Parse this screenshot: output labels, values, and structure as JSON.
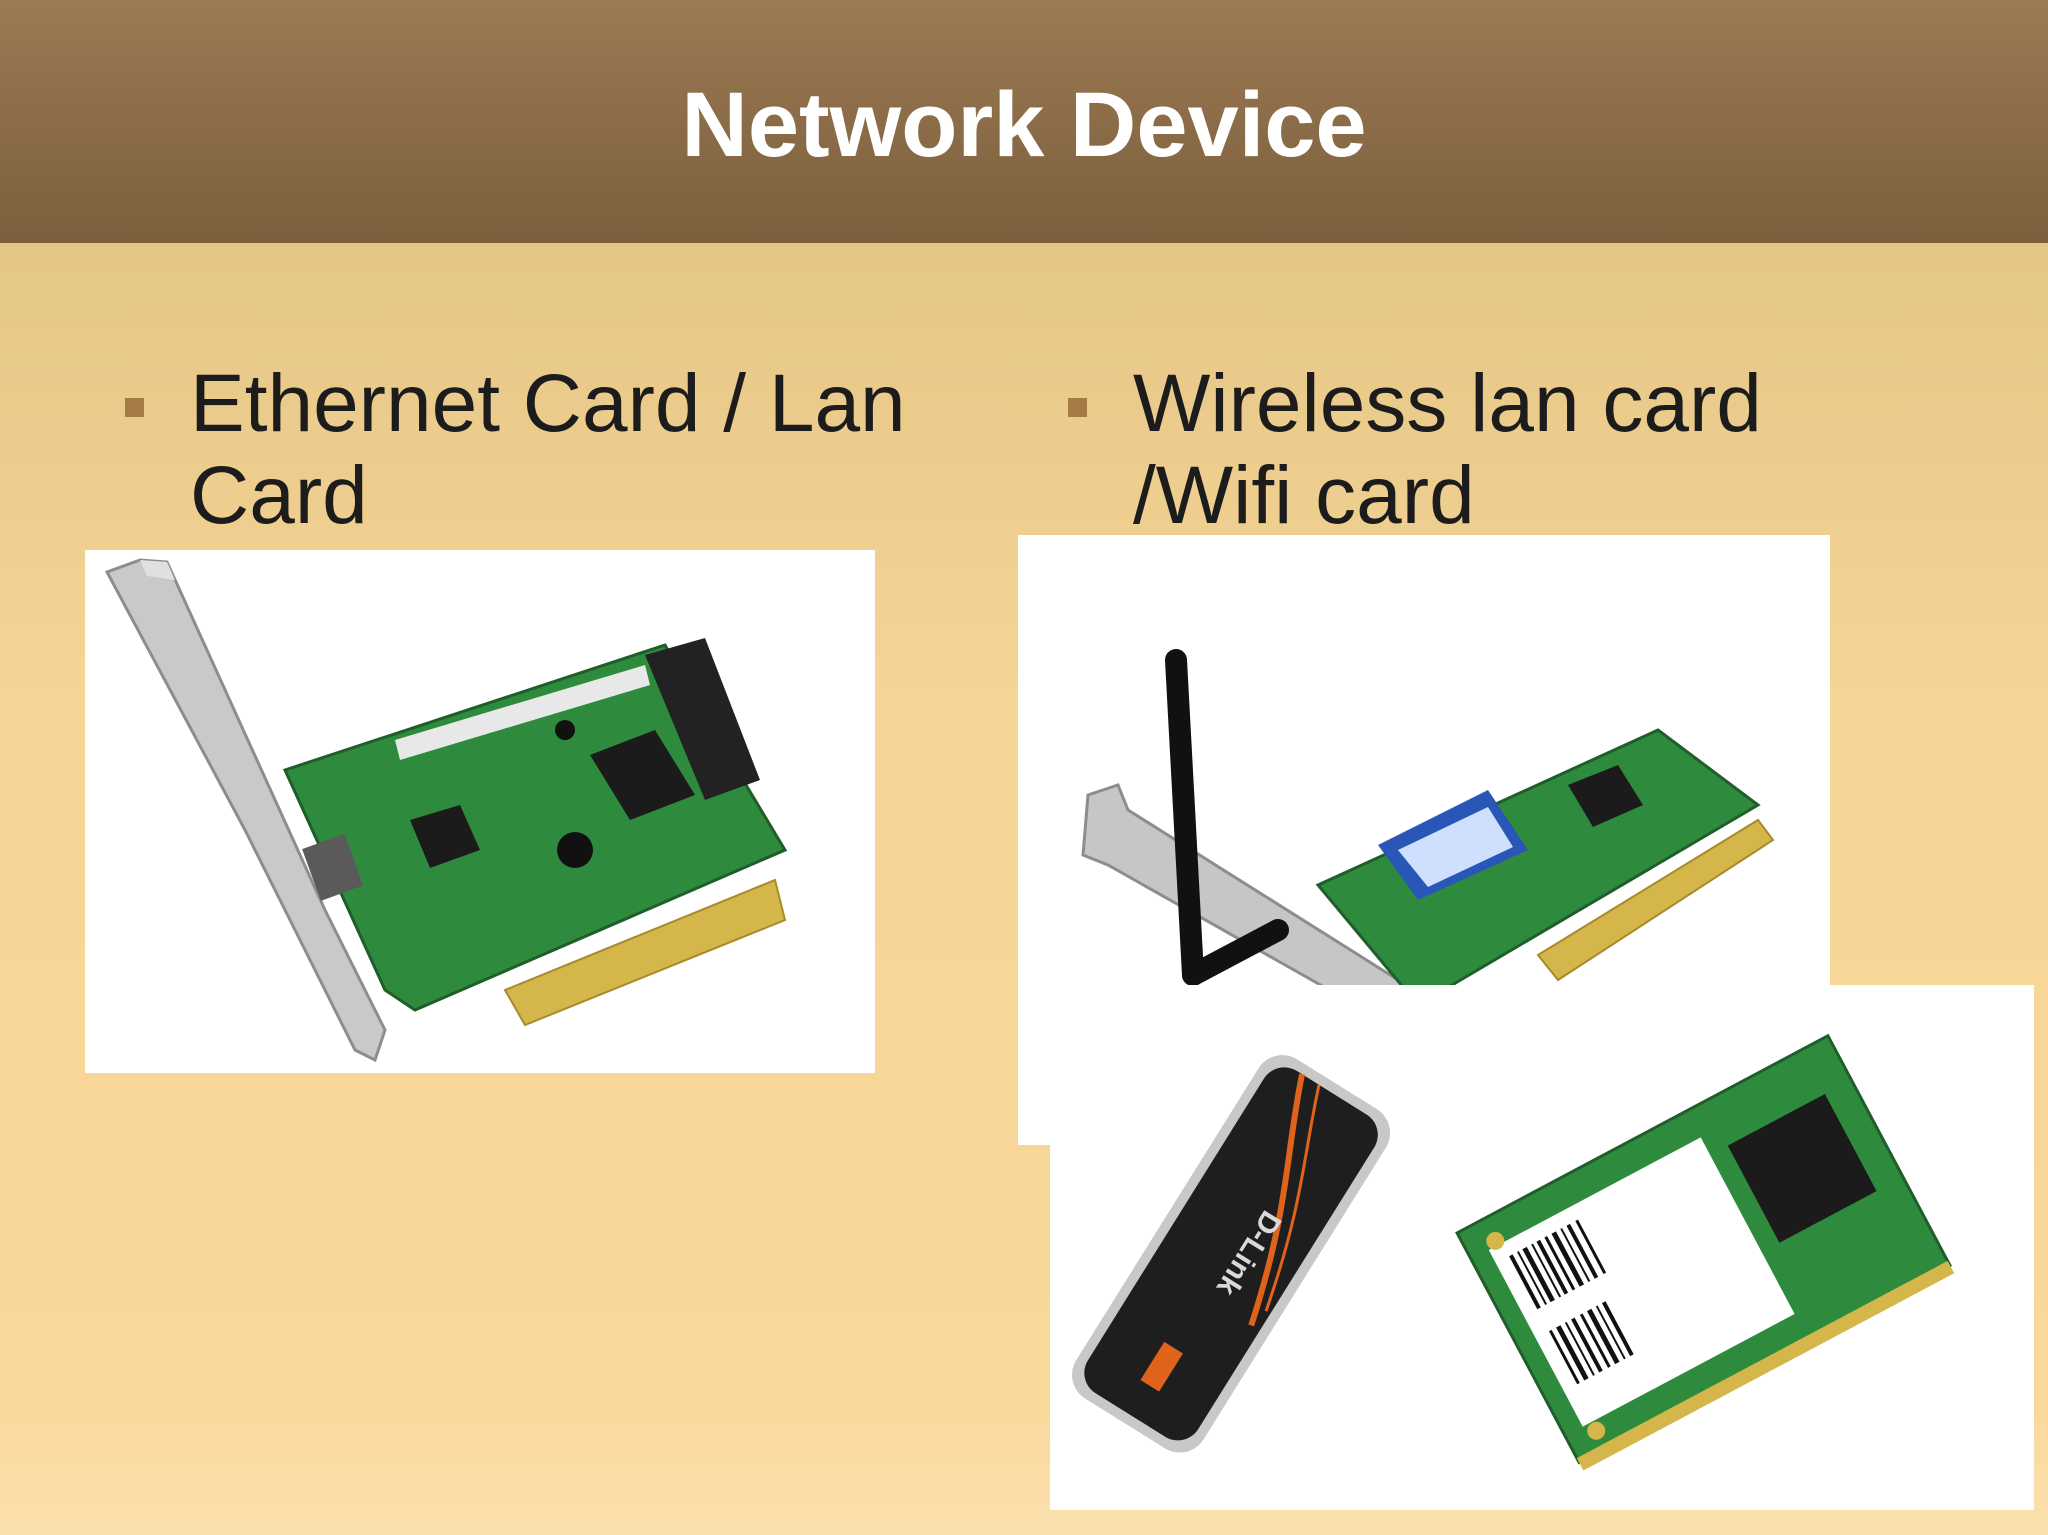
{
  "slide": {
    "title": "Network Device",
    "left_bullet": {
      "line1": "Ethernet Card / Lan",
      "line2": "Card"
    },
    "right_bullet": {
      "line1": "Wireless lan card",
      "line2": "/Wifi card"
    },
    "images": {
      "ethernet_card": {
        "label": "Ethernet card photo"
      },
      "wifi_pci_card": {
        "label": "Wireless PCI card with antenna photo"
      },
      "usb_adapter": {
        "label": "D-Link USB wifi adapter photo",
        "brand": "D-Link"
      },
      "mini_pci_card": {
        "label": "Mini PCI wifi card photo"
      }
    },
    "colors": {
      "header": "#8a6b47",
      "bullet": "#a57a45",
      "pcb_green": "#2e8b3e",
      "gold_contacts": "#d4b64a"
    }
  }
}
